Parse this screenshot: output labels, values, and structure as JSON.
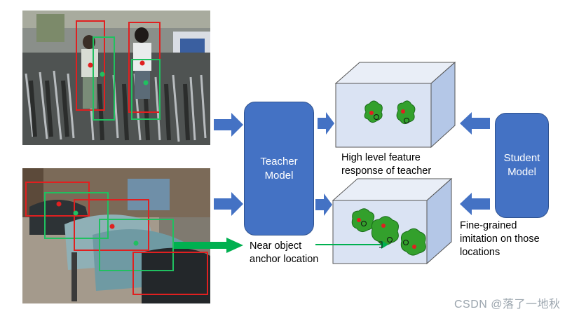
{
  "teacher_model": {
    "label": "Teacher\nModel"
  },
  "student_model": {
    "label": "Student\nModel"
  },
  "captions": {
    "high_level": "High level feature\nresponse of teacher",
    "fine_grained": "Fine-grained\nimitation on those\nlocations",
    "near_object": "Near object\nanchor location"
  },
  "watermark": "CSDN @落了一地秋",
  "colors": {
    "model_fill": "#4472c4",
    "model_border": "#2f528f",
    "cube_face": "#dae3f3",
    "cube_top": "#e9eef7",
    "cube_side": "#b4c7e7",
    "arrow_blue": "#4472c4",
    "arrow_green": "#00b050",
    "blob_green": "#33a02c",
    "box_red": "#e02020",
    "box_green": "#20c060"
  },
  "images": [
    {
      "name": "pedestrian-photo",
      "description_icon": "photo-icon"
    },
    {
      "name": "street-cars-photo",
      "description_icon": "photo-icon"
    }
  ]
}
